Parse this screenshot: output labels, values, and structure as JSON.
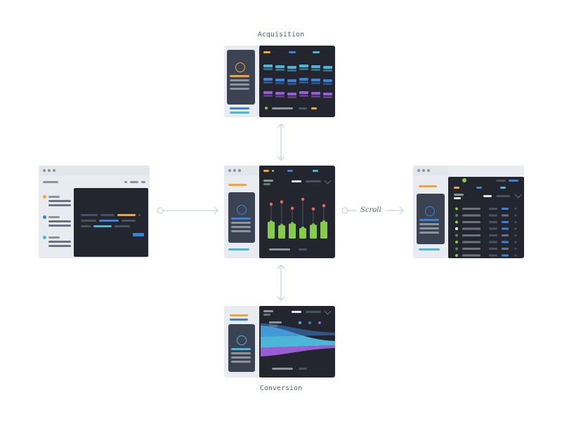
{
  "labels": {
    "acquisition": "Acquisition",
    "conversion": "Conversion",
    "scroll": "Scroll"
  },
  "colors": {
    "card_bg": "#e8ecf0",
    "dark_panel": "#23262e",
    "sidebar_card": "#3b4252",
    "accent_blue": "#3b82d6",
    "accent_orange": "#f2a33a",
    "accent_cyan": "#4db6d8",
    "accent_green": "#84cc4a",
    "accent_purple": "#9b5cd6",
    "connector": "#c9d0d7"
  },
  "icons": {
    "acquisition_badge": "compass-icon",
    "center_badge": "chart-icon",
    "right_badge": "chart-icon",
    "conversion_badge": "funnel-icon",
    "chrome_dots": "window-dots-icon",
    "dropdown": "chevron-down-icon"
  },
  "center_chart": {
    "bar_levels": [
      0.55,
      0.35,
      0.45,
      0.2,
      0.38,
      0.55
    ],
    "dot_levels": [
      0.85,
      0.92,
      0.72,
      1.0,
      0.7,
      0.8
    ]
  }
}
